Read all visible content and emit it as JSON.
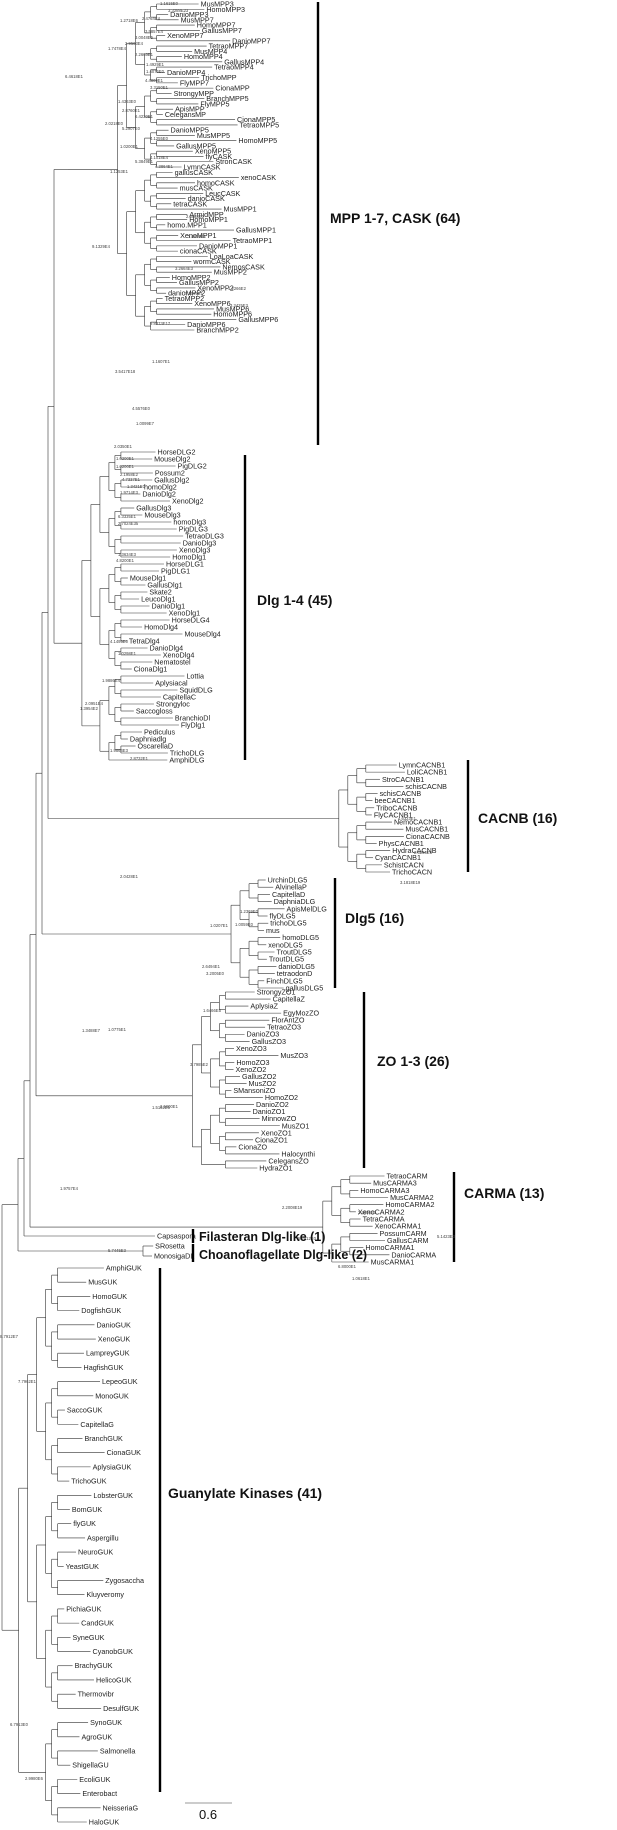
{
  "groups": [
    {
      "id": "mpp",
      "label": "MPP 1-7, CASK (64)",
      "leaves": [
        "MusMPP3",
        "HomoMPP3",
        "DanioMPP3",
        "MusMPP7",
        "HomoMPP7",
        "GallusMPP7",
        "XenoMPP7",
        "DanioMPP7",
        "TetraoMPP7",
        "MusMPP4",
        "HomoMPP4",
        "GallusMPP4",
        "TetraoMPP4",
        "DanioMPP4",
        "TrichoMPP",
        "FlyMPP7",
        "CionaMPP",
        "StrongyMPP",
        "BranchMPP5",
        "FlyMPP5",
        "ApisMPP",
        "CelegansMP",
        "CionaMPP5",
        "TetraoMPP5",
        "DanioMPP5",
        "MusMPP5",
        "HomoMPP5",
        "GallusMPP5",
        "XenoMPP5",
        "flyCASK",
        "StronCASK",
        "LymnCASK",
        "gallusCASK",
        "xenoCASK",
        "homoCASK",
        "musCASK",
        "LeucCASK",
        "danioCASK",
        "tetraCASK",
        "MusMPP1",
        "ArmidMPP",
        "HomoMPP1",
        "homo.MPP1",
        "GallusMPP1",
        "XenoMPP1",
        "TetraoMPP1",
        "DanioMPP1",
        "cionaCASK",
        "LoaLoaCASK",
        "wormCASK",
        "NemosCASK",
        "MusMPP2",
        "HomoMPP2",
        "GallusMPP2",
        "XenoMPP2",
        "danioMPP2",
        "TetraoMPP2",
        "XenoMPP6",
        "MusMPP6",
        "HomoMPP6",
        "GallusMPP6",
        "DanioMPP6",
        "BranchMPP2"
      ]
    },
    {
      "id": "dlg",
      "label": "Dlg 1-4 (45)",
      "leaves": [
        "HorseDLG2",
        "MouseDlg2",
        "PigDLG2",
        "Possum2",
        "GallusDlg2",
        "homoDlg2",
        "DanioDlg2",
        "XenoDlg2",
        "GallusDlg3",
        "MouseDlg3",
        "homoDlg3",
        "PigDLG3",
        "TetraoDLG3",
        "DanioDlg3",
        "XenoDlg3",
        "HomoDlg1",
        "HorseDLG1",
        "PigDLG1",
        "MouseDlg1",
        "GallusDlg1",
        "Skate2",
        "LeucoDlg1",
        "DanioDlg1",
        "XenoDlg1",
        "HorseDLG4",
        "HomoDlg4",
        "MouseDlg4",
        "TetraDlg4",
        "DanioDlg4",
        "XenoDlg4",
        "Nematostel",
        "CionaDlg1",
        "Lottia",
        "Aplysiacal",
        "SquidDLG",
        "CapitellaC",
        "Strongyloc",
        "Saccogloss",
        "BranchioDl",
        "FlyDlg1",
        "Pediculus",
        "Daphniadlg",
        "OscarellaD",
        "TrichoDLG",
        "AmphiDLG"
      ]
    },
    {
      "id": "cacnb",
      "label": "CACNB (16)",
      "leaves": [
        "LymnCACNB1",
        "LoliCACNB1",
        "StroCACNB1",
        "schisCACNB",
        "schisCACNB",
        "beeCACNB1",
        "TriboCACNB",
        "FlyCACNB1",
        "NemoCACNB1",
        "MusCACNB1",
        "CionaCACNB",
        "PhysCACNB1",
        "HydraCACNB",
        "CyanCACNB1",
        "SchistCACN",
        "TrichoCACN"
      ]
    },
    {
      "id": "dlg5",
      "label": "Dlg5 (16)",
      "leaves": [
        "UrchinDLG5",
        "AlvinellaP",
        "CapitellaD",
        "DaphniaDLG",
        "ApisMelDLG",
        "flyDLG5",
        "trichoDLG5",
        "mus",
        "homoDLG5",
        "xenoDLG5",
        "TroutDLG5",
        "TroutDLG5",
        "danioDLG5",
        "tetraodonD",
        "FinchDLG5",
        "gallusDLG5"
      ]
    },
    {
      "id": "zo",
      "label": "ZO 1-3 (26)",
      "leaves": [
        "StrongyZO1",
        "CapitellaZ",
        "AplysiaZ",
        "EgyMozZO",
        "FlorAntZO",
        "TetraoZO3",
        "DanioZO3",
        "GallusZO3",
        "XenoZO3",
        "MusZO3",
        "HomoZO3",
        "XenoZO2",
        "GallusZO2",
        "MusZO2",
        "SMansoniZO",
        "HomoZO2",
        "DanioZO2",
        "DanioZO1",
        "MinnowZO",
        "MusZO1",
        "XenoZO1",
        "CionaZO1",
        "CionaZO",
        "Halocynthi",
        "CelegansZO",
        "HydraZO1"
      ]
    },
    {
      "id": "carma",
      "label": "CARMA (13)",
      "leaves": [
        "TetraoCARM",
        "MusCARMA3",
        "HomoCARMA3",
        "MusCARMA2",
        "HomoCARMA2",
        "XenoCARMA2",
        "TetraCARMA",
        "XenoCARMA1",
        "PossumCARM",
        "GallusCARM",
        "HomoCARMA1",
        "DanioCARMA",
        "MusCARMA1"
      ]
    },
    {
      "id": "filasterean",
      "label": "Filasteran Dlg-like (1)",
      "leaves": [
        "Capsaspora"
      ]
    },
    {
      "id": "choano",
      "label": "Choanoflagellate Dlg-like (2)",
      "leaves": [
        "SRosetta",
        "MonosigaDL"
      ]
    },
    {
      "id": "guk",
      "label": "Guanylate Kinases (41)",
      "leaves": [
        "AmphiGUK",
        "MusGUK",
        "HomoGUK",
        "DogfishGUK",
        "DanioGUK",
        "XenoGUK",
        "LampreyGUK",
        "HagfishGUK",
        "LepeoGUK",
        "MonoGUK",
        "SaccoGUK",
        "CapitellaG",
        "BranchGUK",
        "CionaGUK",
        "AplysiaGUK",
        "TrichoGUK",
        "LobsterGUK",
        "BomGUK",
        "flyGUK",
        "Aspergillu",
        "NeuroGUK",
        "YeastGUK",
        "Zygosaccha",
        "Kluyveromy",
        "PichiaGUK",
        "CandGUK",
        "SyneGUK",
        "CyanobGUK",
        "BrachyGUK",
        "HelicoGUK",
        "Thermovibr",
        "DesulfGUK",
        "SynoGUK",
        "AgroGUK",
        "Salmonella",
        "ShigellaGU",
        "EcoliGUK",
        "Enterobact",
        "NeisseriaG",
        "HaloGUK"
      ]
    }
  ],
  "bootstrap_values": [
    "1.1615E0",
    "3.3288E23",
    "1.2718E6",
    "2.4764E4",
    "3.5857E4",
    "3.0048E5",
    "2.9563E4",
    "1.7478E4",
    "2.2663E1",
    "6.4618E1",
    "1.4929E1",
    "1.4076E0",
    "4.4869E1",
    "3.3150E1",
    "1.4363E0",
    "2.8760E1",
    "6.4230E1",
    "2.0218E0",
    "5.2907E0",
    "4.1255E0",
    "1.0200E1",
    "4.1018E4",
    "5.3849E1",
    "1.1253E1",
    "4.3864E1",
    "9.1329E4",
    "2.5938E0",
    "7.1630E1",
    "3.2664E3",
    "7.2099E1",
    "9.8373E17",
    "3.5417E18",
    "1.2266E2",
    "3.3425E3",
    "1.1607E1",
    "4.5576E0",
    "1.0099E7",
    "2.0350E1",
    "1.0200E1",
    "1.0200E1",
    "2.1958E2",
    "4.7337E1",
    "1.3421E0",
    "1.9714E3",
    "6.3335E1",
    "2.7024E35",
    "1.3634E3",
    "4.8200E1",
    "1.2369E0",
    "1.0059E0",
    "1.0207E1",
    "2.6494E1",
    "3.2005E0",
    "4.1495E0",
    "1.0298E1",
    "1.9886E4",
    "2.0951E4",
    "1.3954E2",
    "1.9864E3",
    "2.8732E1",
    "2.0428E1",
    "1.0775E1",
    "1.3488E7",
    "1.9757E4",
    "5.7445E3",
    "1.5152E5",
    "3.7985E2",
    "2.5600E1",
    "1.6466E5",
    "8.7912E7",
    "7.7962E1",
    "2.9980E6",
    "6.7913E0",
    "5.1423E3",
    "4.6323E1",
    "2.6266E5",
    "3.1818E19",
    "2.2008E19",
    "2.2008E0",
    "5.2912E0",
    "6.8000E1",
    "1.0618E1"
  ],
  "scale_bar": {
    "label": "0.6"
  }
}
